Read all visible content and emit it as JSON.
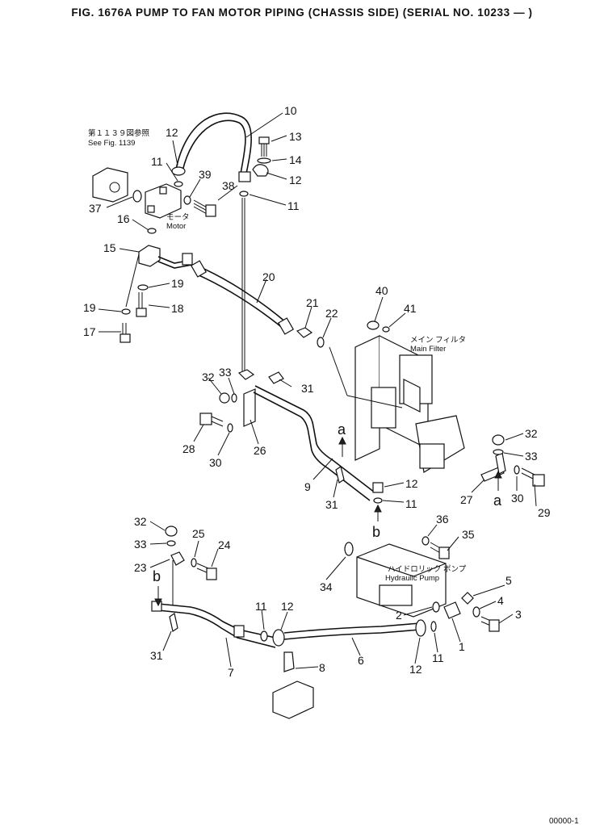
{
  "title": "FIG. 1676A  PUMP TO FAN MOTOR PIPING (CHASSIS SIDE) (SERIAL NO. 10233 — )",
  "notes": {
    "see_fig_jp": "第１１３９図参照",
    "see_fig_en": "See Fig. 1139",
    "motor_jp": "モータ",
    "motor_en": "Motor",
    "main_filter_jp": "メイン フィルタ",
    "main_filter_en": "Main Filter",
    "hydraulic_pump_jp": "ハイドロリック ポンプ",
    "hydraulic_pump_en": "Hydraulic Pump"
  },
  "ref_markers": {
    "a1": "a",
    "a2": "a",
    "b1": "b",
    "b2": "b"
  },
  "callouts": {
    "c10": "10",
    "c13": "13",
    "c14": "14",
    "c12a": "12",
    "c12b": "12",
    "c11a": "11",
    "c11b": "11",
    "c39": "39",
    "c38": "38",
    "c37": "37",
    "c16": "16",
    "c15": "15",
    "c19a": "19",
    "c19b": "19",
    "c18": "18",
    "c17": "17",
    "c20": "20",
    "c21": "21",
    "c22": "22",
    "c40": "40",
    "c41": "41",
    "c32a": "32",
    "c33a": "33",
    "c31a": "31",
    "c28": "28",
    "c30a": "30",
    "c26": "26",
    "c9": "9",
    "c31b": "31",
    "c12c": "12",
    "c11c": "11",
    "c32b": "32",
    "c33b": "33",
    "c27": "27",
    "c30b": "30",
    "c29": "29",
    "c36": "36",
    "c35": "35",
    "c34": "34",
    "c32c": "32",
    "c33c": "33",
    "c25": "25",
    "c24": "24",
    "c23": "23",
    "c5": "5",
    "c4": "4",
    "c3": "3",
    "c2": "2",
    "c1": "1",
    "c11d": "11",
    "c12d": "12",
    "c31c": "31",
    "c7": "7",
    "c6": "6",
    "c12e": "12",
    "c11e": "11",
    "c8": "8"
  },
  "corner_code": "00000-1"
}
